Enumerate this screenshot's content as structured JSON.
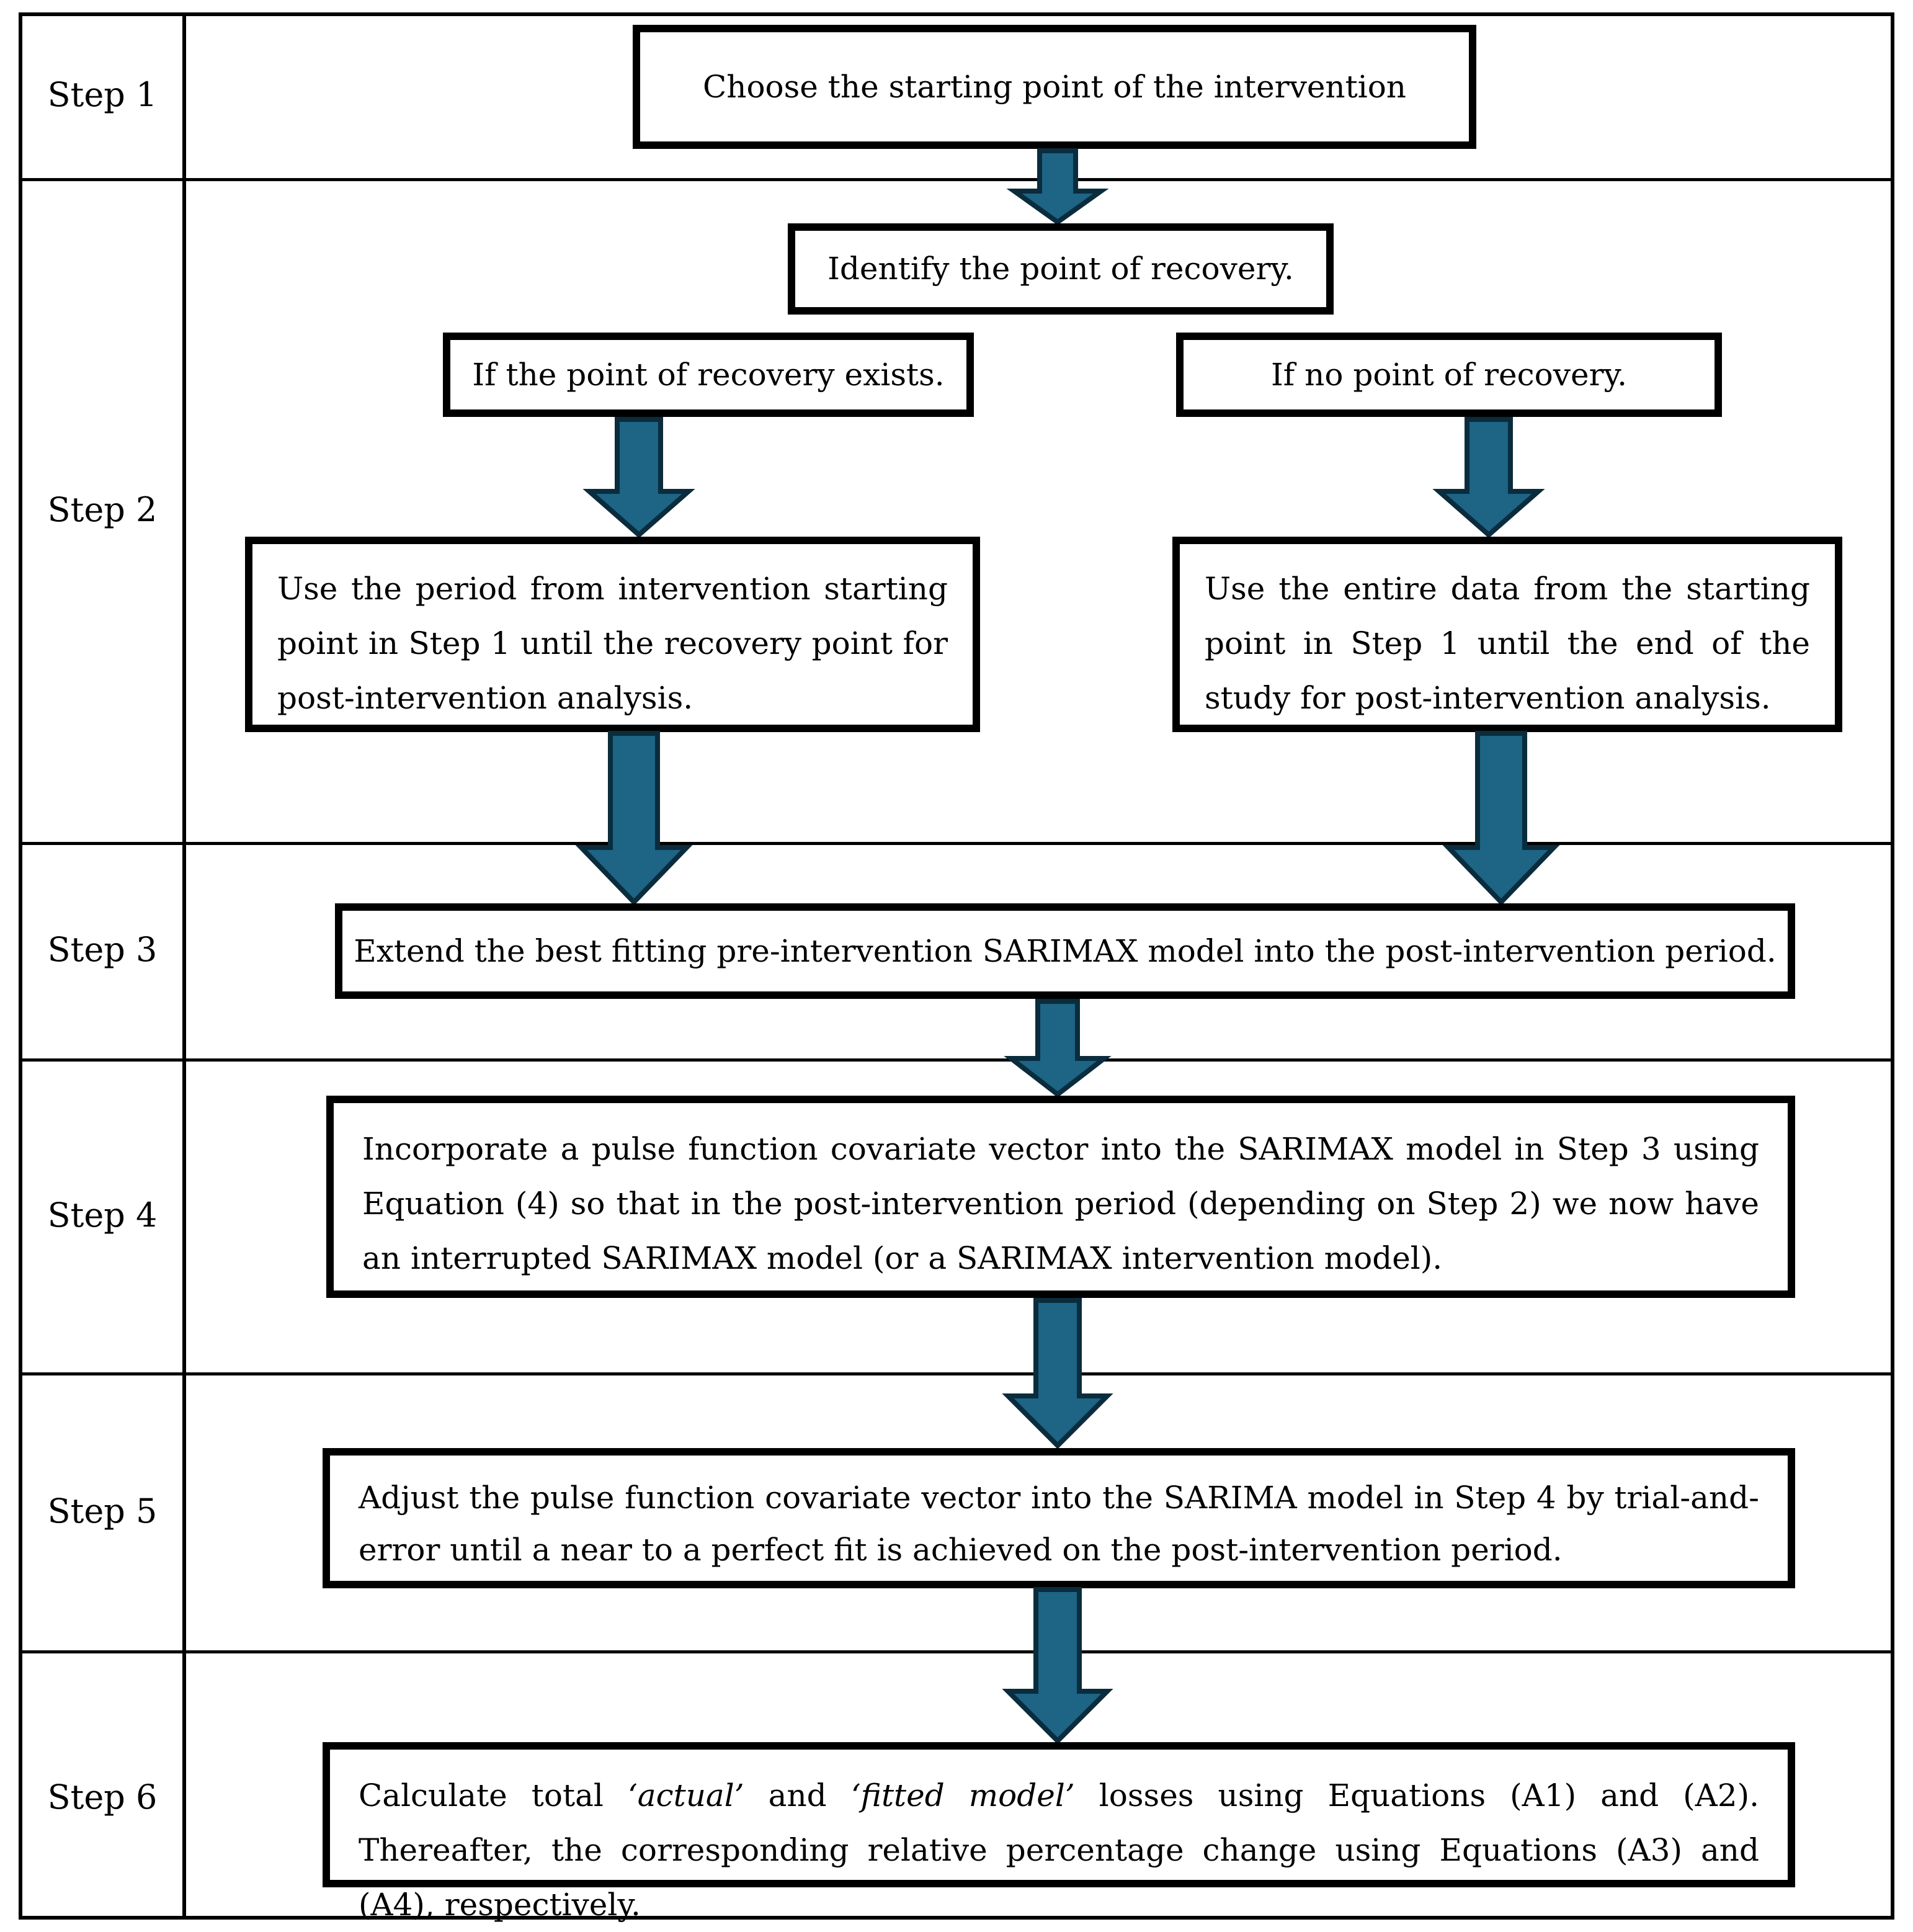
{
  "diagram": {
    "title_hidden": "",
    "steps": [
      {
        "label": "Step 1"
      },
      {
        "label": "Step 2"
      },
      {
        "label": "Step 3"
      },
      {
        "label": "Step 4"
      },
      {
        "label": "Step 5"
      },
      {
        "label": "Step 6"
      }
    ],
    "nodes": {
      "choose_start": "Choose the starting point of the intervention",
      "identify_recovery": "Identify the point of recovery.",
      "branch_exists": "If the point of recovery exists.",
      "branch_none": "If no point of recovery.",
      "use_period": "Use the period from intervention starting point in Step 1 until the recovery point for post-intervention analysis.",
      "use_entire": "Use the entire data from the starting point in Step 1 until the end of the study for post-intervention analysis.",
      "extend_model": "Extend the best fitting pre-intervention SARIMAX model into the post-intervention period.",
      "incorporate_pulse": "Incorporate a pulse function covariate vector into the SARIMAX model in Step 3 using Equation (4) so that in the post-intervention period (depending on Step 2) we now have an interrupted SARIMAX model (or a SARIMAX intervention model).",
      "adjust_pulse": "Adjust the pulse function covariate vector into the SARIMA model in Step 4 by trial-and-error until a near to a perfect fit is achieved on the post-intervention period.",
      "calculate": {
        "t1": "Calculate total ",
        "i1": "‘actual’",
        "t2": " and ",
        "i2": "‘fitted model’",
        "t3": " losses using Equations (A1) and (A2). Thereafter, the corresponding relative percentage change using Equations (A3) and (A4), respectively."
      }
    },
    "colors": {
      "arrow_fill": "#1d6485",
      "arrow_stroke": "#0a2c3d",
      "border": "#000000"
    }
  }
}
